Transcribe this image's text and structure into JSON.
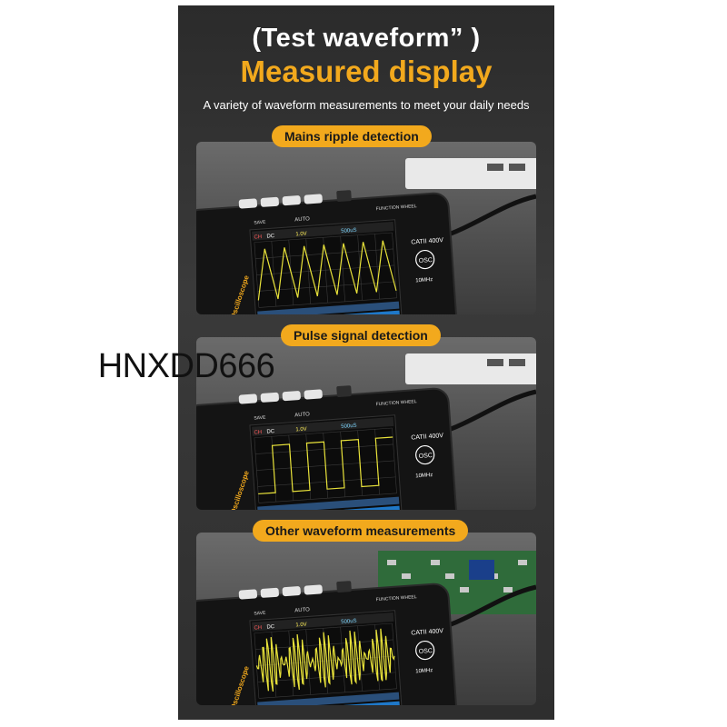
{
  "header": {
    "title": "(Test waveform” )",
    "subtitle": "Measured display",
    "tagline": "A variety of waveform measurements to meet your daily needs"
  },
  "watermark": "HNXDD666",
  "device_labels": {
    "brand": "Mini Oscilloscope",
    "rating": "CATII 400V",
    "osc": "OSC",
    "bandwidth": "10MHz",
    "function_wheel": "FUNCTION WHEEL",
    "auto": "AUTO",
    "save": "SAVE",
    "channel": "CH",
    "coupling": "DC",
    "volts_div": "1.0V",
    "time_div": "500uS"
  },
  "sections": [
    {
      "label": "Mains ripple detection",
      "waveform": "sawtooth"
    },
    {
      "label": "Pulse signal detection",
      "waveform": "square"
    },
    {
      "label": "Other waveform measurements",
      "waveform": "burst"
    }
  ],
  "colors": {
    "accent": "#f2a91d",
    "waveform": "#e8e23a",
    "background": "#2e2e2e"
  }
}
